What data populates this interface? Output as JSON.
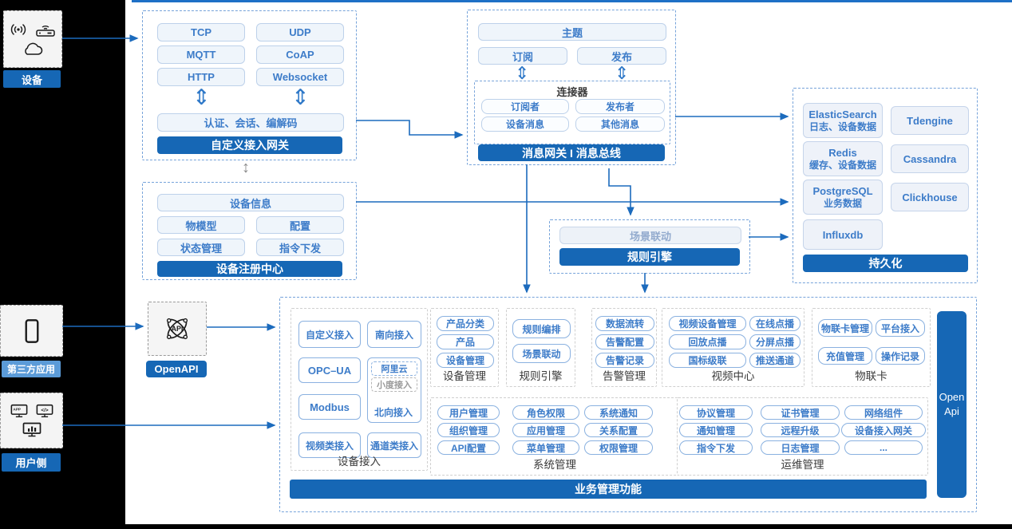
{
  "left_rail": {
    "device": {
      "label": "设备"
    },
    "third_party": {
      "label": "第三方应用"
    },
    "user_side": {
      "label": "用户侧"
    }
  },
  "icons": {
    "app_badge": "APP",
    "code_glyph": "</>",
    "api_core": "API"
  },
  "gateway": {
    "title": "自定义接入网关",
    "protocols": [
      "TCP",
      "UDP",
      "MQTT",
      "CoAP",
      "HTTP",
      "Websocket"
    ],
    "auth_bar": "认证、会话、编解码"
  },
  "message_bus": {
    "title": "消息网关 I 消息总线",
    "topic": "主题",
    "subscribe": "订阅",
    "publish": "发布",
    "connector": {
      "title": "连接器",
      "items": [
        "订阅者",
        "发布者",
        "设备消息",
        "其他消息"
      ]
    }
  },
  "registry": {
    "title": "设备注册中心",
    "device_info": "设备信息",
    "items": [
      "物模型",
      "配置",
      "状态管理",
      "指令下发"
    ]
  },
  "rule_engine": {
    "title": "规则引擎",
    "scene_linkage": "场景联动"
  },
  "persistence": {
    "title": "持久化",
    "stores": [
      {
        "name": "ElasticSearch",
        "desc": "日志、设备数据"
      },
      {
        "name": "Tdengine",
        "desc": ""
      },
      {
        "name": "Redis",
        "desc": "缓存、设备数据"
      },
      {
        "name": "Cassandra",
        "desc": ""
      },
      {
        "name": "PostgreSQL",
        "desc": "业务数据"
      },
      {
        "name": "Clickhouse",
        "desc": ""
      },
      {
        "name": "Influxdb",
        "desc": ""
      }
    ]
  },
  "openapi": {
    "label": "OpenAPI"
  },
  "business": {
    "title": "业务管理功能",
    "open_api_line1": "Open",
    "open_api_line2": "Api",
    "device_access": {
      "label": "设备接入",
      "pills": [
        "自定义接入",
        "南向接入",
        "OPC–UA",
        "Modbus",
        "视频类接入",
        "通道类接入"
      ],
      "north_box": {
        "aliyun": "阿里云",
        "xiaodu": "小度接入",
        "label": "北向接入"
      }
    },
    "device_mgmt": {
      "label": "设备管理",
      "pills": [
        "产品分类",
        "产品",
        "设备管理"
      ]
    },
    "rule_engine": {
      "label": "规则引擎",
      "pills": [
        "规则编排",
        "场景联动"
      ]
    },
    "alarm_mgmt": {
      "label": "告警管理",
      "pills": [
        "数据流转",
        "告警配置",
        "告警记录"
      ]
    },
    "video_center": {
      "label": "视频中心",
      "pills": [
        "视频设备管理",
        "在线点播",
        "回放点播",
        "分屏点播",
        "国标级联",
        "推送通道"
      ]
    },
    "iot_card": {
      "label": "物联卡",
      "pills": [
        "物联卡管理",
        "平台接入",
        "充值管理",
        "操作记录"
      ]
    },
    "system_mgmt": {
      "label": "系统管理",
      "pills": [
        "用户管理",
        "角色权限",
        "系统通知",
        "组织管理",
        "应用管理",
        "关系配置",
        "API配置",
        "菜单管理",
        "权限管理"
      ]
    },
    "ops_mgmt": {
      "label": "运维管理",
      "pills": [
        "协议管理",
        "证书管理",
        "网络组件",
        "通知管理",
        "远程升级",
        "设备接入网关",
        "指令下发",
        "日志管理",
        "..."
      ]
    }
  }
}
